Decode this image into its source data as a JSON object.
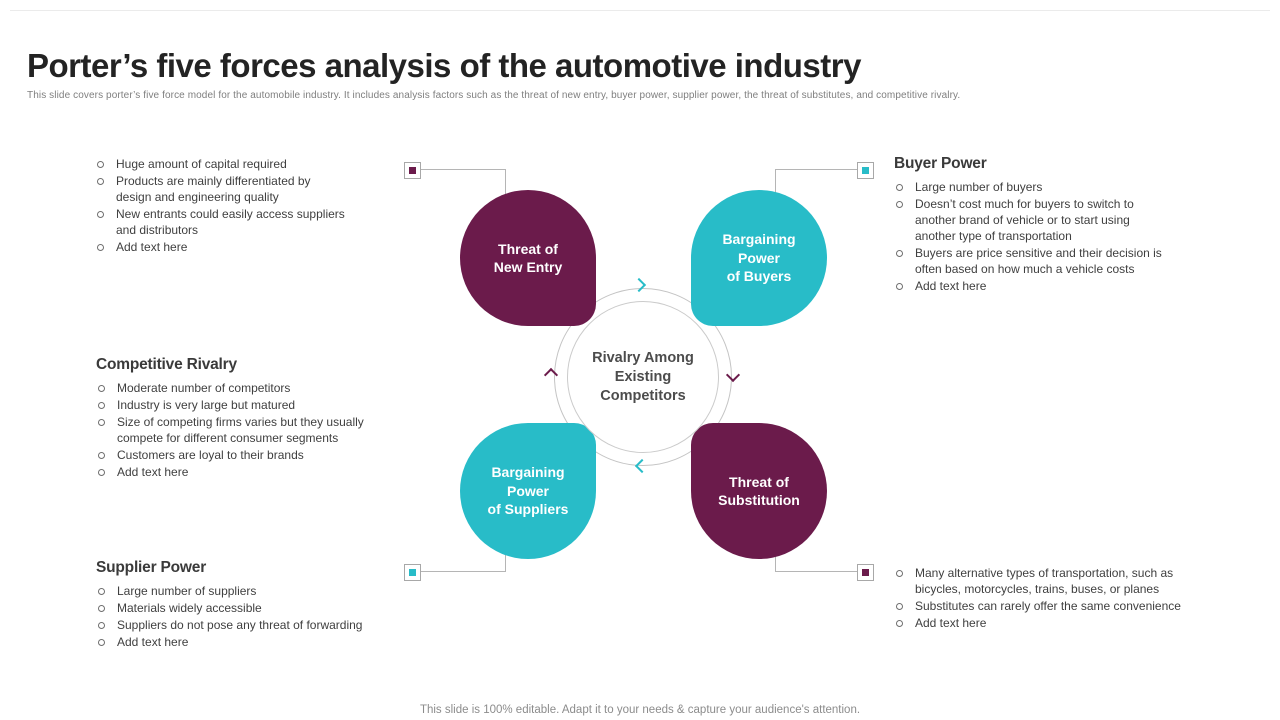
{
  "header": {
    "title": "Porter’s five forces analysis of the automotive industry",
    "subtitle": "This slide covers porter’s five force model for the automobile industry. It includes analysis factors such as the threat of new entry, buyer power, supplier power, the threat of substitutes, and competitive rivalry."
  },
  "colors": {
    "maroon": "#6B1B4B",
    "teal": "#28BCC8",
    "connector_line": "#b5b5b5",
    "body_text": "#3f3f3f"
  },
  "diagram": {
    "center": {
      "label": "Rivalry Among\nExisting\nCompetitors"
    },
    "petals": [
      {
        "id": "threat-of-new-entry",
        "label": "Threat of\nNew Entry",
        "color": "#6B1B4B"
      },
      {
        "id": "bargaining-power-of-buyers",
        "label": "Bargaining\nPower\nof Buyers",
        "color": "#28BCC8"
      },
      {
        "id": "bargaining-power-of-suppliers",
        "label": "Bargaining\nPower\nof Suppliers",
        "color": "#28BCC8"
      },
      {
        "id": "threat-of-substitution",
        "label": "Threat of\nSubstitution",
        "color": "#6B1B4B"
      }
    ]
  },
  "blocks": {
    "new_entry": {
      "bullets": [
        "Huge amount of capital required",
        "Products are mainly differentiated by\ndesign and engineering quality",
        "New entrants could easily access suppliers\nand distributors",
        "Add text here"
      ]
    },
    "buyer_power": {
      "heading": "Buyer Power",
      "bullets": [
        "Large number of buyers",
        "Doesn’t cost much for buyers to switch to\nanother brand of vehicle or to start using\nanother type of transportation",
        "Buyers are price sensitive and their decision is\noften based on how much a vehicle costs",
        "Add text here"
      ]
    },
    "competitive_rivalry": {
      "heading": "Competitive Rivalry",
      "bullets": [
        "Moderate number of competitors",
        "Industry is very large but matured",
        "Size of competing firms varies but they usually\ncompete for different consumer segments",
        "Customers are loyal to their brands",
        "Add text here"
      ]
    },
    "supplier_power": {
      "heading": "Supplier Power",
      "bullets": [
        "Large number of suppliers",
        "Materials widely accessible",
        "Suppliers do not pose any threat of forwarding",
        "Add text here"
      ]
    },
    "substitution": {
      "bullets": [
        "Many alternative types of transportation, such as\nbicycles, motorcycles, trains, buses, or planes",
        "Substitutes can rarely offer the same convenience",
        "Add text here"
      ]
    }
  },
  "footer": {
    "note": "This slide is 100% editable. Adapt it to your needs & capture your audience's attention."
  }
}
